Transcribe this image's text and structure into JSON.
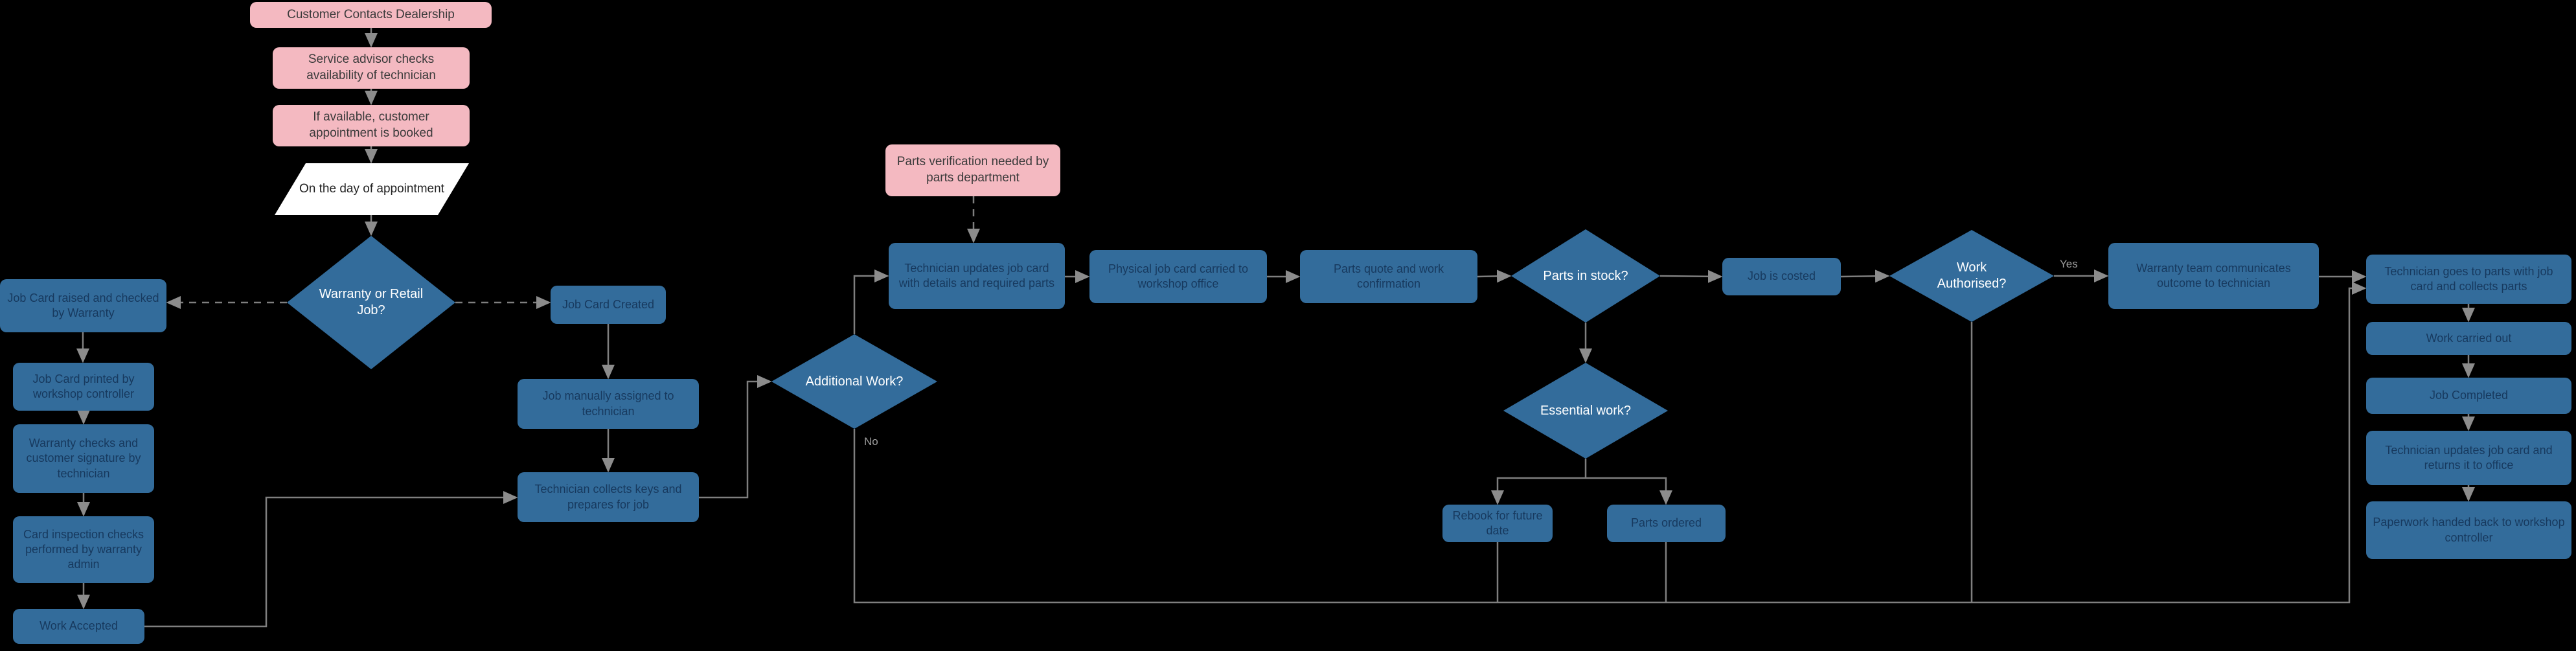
{
  "colors": {
    "background": "#000000",
    "process_fill": "#336C9B",
    "process_text": "#17395E",
    "decision_fill": "#336C9B",
    "decision_text": "#FFFFFF",
    "highlight_fill": "#F4B9C1",
    "highlight_text": "#3A3A3A",
    "io_fill": "#FFFFFF",
    "connector": "#7F7F7F"
  },
  "nodes": {
    "contact": {
      "label": "Customer Contacts Dealership"
    },
    "advisor_checks": {
      "label": "Service advisor checks availability of technician"
    },
    "appointment_booked": {
      "label": "If available, customer appointment is booked"
    },
    "day_of_appointment": {
      "label": "On the day of appointment"
    },
    "warranty_or_retail": {
      "label": "Warranty or Retail Job?"
    },
    "card_raised_warranty": {
      "label": "Job Card raised and checked by Warranty"
    },
    "card_printed": {
      "label": "Job Card printed by workshop controller"
    },
    "warranty_checks_signature": {
      "label": "Warranty checks and customer signature by technician"
    },
    "card_inspection": {
      "label": "Card inspection checks performed by warranty admin"
    },
    "work_accepted": {
      "label": "Work Accepted"
    },
    "job_card_created": {
      "label": "Job Card Created"
    },
    "job_assigned": {
      "label": "Job manually assigned to technician"
    },
    "technician_prepares": {
      "label": "Technician collects keys and prepares for job"
    },
    "additional_work": {
      "label": "Additional Work?"
    },
    "parts_verification": {
      "label": "Parts verification needed by parts department"
    },
    "updates_job_card": {
      "label": "Technician updates job card with details and required parts"
    },
    "card_to_office": {
      "label": "Physical job card carried to workshop office"
    },
    "parts_quote": {
      "label": "Parts quote and work confirmation"
    },
    "parts_in_stock": {
      "label": "Parts in stock?"
    },
    "job_costed": {
      "label": "Job is costed"
    },
    "work_authorised": {
      "label": "Work Authorised?"
    },
    "outcome_communicated": {
      "label": "Warranty team communicates outcome to technician"
    },
    "collects_parts": {
      "label": "Technician goes to parts with job card and collects parts"
    },
    "work_carried_out": {
      "label": "Work carried out"
    },
    "job_completed": {
      "label": "Job Completed"
    },
    "returns_card": {
      "label": "Technician updates job card and returns it to office"
    },
    "paperwork_back": {
      "label": "Paperwork handed back to workshop controller"
    },
    "essential_work": {
      "label": "Essential work?"
    },
    "rebook": {
      "label": "Rebook for future date"
    },
    "parts_ordered": {
      "label": "Parts ordered"
    }
  },
  "edge_labels": {
    "authorised_yes": "Yes",
    "additional_no": "No"
  }
}
